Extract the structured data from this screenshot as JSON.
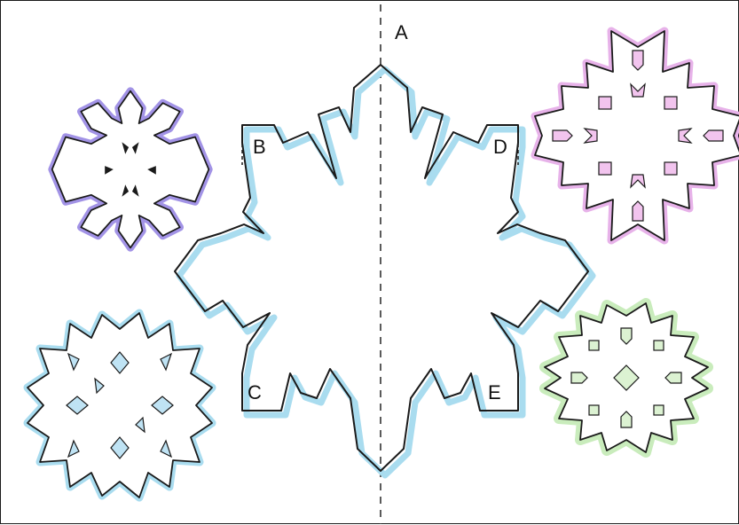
{
  "labels": {
    "a": "A",
    "b": "B",
    "c": "C",
    "d": "D",
    "e": "E"
  },
  "colors": {
    "outline": "#1a1a1a",
    "blue_shadow": "#a9dcef",
    "purple_shadow": "#a293e6",
    "pink_shadow": "#e7b2e9",
    "green_shadow": "#c9ecbc",
    "blue_fill": "#bfe3f4",
    "pink_fill": "#f2c4ee",
    "green_fill": "#dcf2d2"
  },
  "icons": {
    "main": "six-point-snowflake-outline",
    "purple": "purple-snowflake-icon",
    "pink": "pink-snowflake-icon",
    "blue": "blue-snowflake-icon",
    "green": "green-snowflake-icon"
  }
}
